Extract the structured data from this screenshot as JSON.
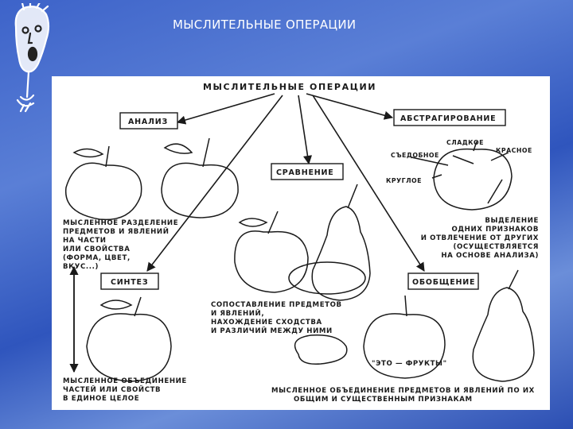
{
  "slide": {
    "title": "МЫСЛИТЕЛЬНЫЕ ОПЕРАЦИИ"
  },
  "diagram": {
    "header": "МЫСЛИТЕЛЬНЫЕ ОПЕРАЦИИ",
    "boxes": {
      "analysis": "АНАЛИЗ",
      "abstraction": "АБСТРАГИРОВАНИЕ",
      "comparison": "СРАВНЕНИЕ",
      "synthesis": "СИНТЕЗ",
      "generalization": "ОБОБЩЕНИЕ"
    },
    "analysis_text": [
      "МЫСЛЕННОЕ РАЗДЕЛЕНИЕ",
      "ПРЕДМЕТОВ И ЯВЛЕНИЙ",
      "НА ЧАСТИ",
      "ИЛИ СВОЙСТВА",
      "(ФОРМА, ЦВЕТ,",
      "ВКУС...)"
    ],
    "abstraction_tags": {
      "sweet": "СЛАДКОЕ",
      "red": "КРАСНОЕ",
      "edible": "СЪЕДОБНОЕ",
      "round": "КРУГЛОЕ"
    },
    "abstraction_text": [
      "ВЫДЕЛЕНИЕ",
      "ОДНИХ ПРИЗНАКОВ",
      "И ОТВЛЕЧЕНИЕ ОТ ДРУГИХ",
      "(ОСУЩЕСТВЛЯЕТСЯ",
      "НА ОСНОВЕ АНАЛИЗА)"
    ],
    "comparison_text": [
      "СОПОСТАВЛЕНИЕ ПРЕДМЕТОВ",
      "И ЯВЛЕНИЙ,",
      "НАХОЖДЕНИЕ СХОДСТВА",
      "И РАЗЛИЧИЙ МЕЖДУ НИМИ"
    ],
    "synthesis_text": [
      "МЫСЛЕННОЕ ОБЪЕДИНЕНИЕ",
      "ЧАСТЕЙ ИЛИ СВОЙСТВ",
      "В ЕДИНОЕ ЦЕЛОЕ"
    ],
    "fruit_caption": "\"ЭТО — ФРУКТЫ\"",
    "generalization_text": [
      "МЫСЛЕННОЕ ОБЪЕДИНЕНИЕ ПРЕДМЕТОВ И ЯВЛЕНИЙ ПО ИХ",
      "ОБЩИМ И СУЩЕСТВЕННЫМ ПРИЗНАКАМ"
    ]
  },
  "colors": {
    "background": "#3d63c9",
    "panel": "#ffffff",
    "ink": "#1a1a1a"
  }
}
